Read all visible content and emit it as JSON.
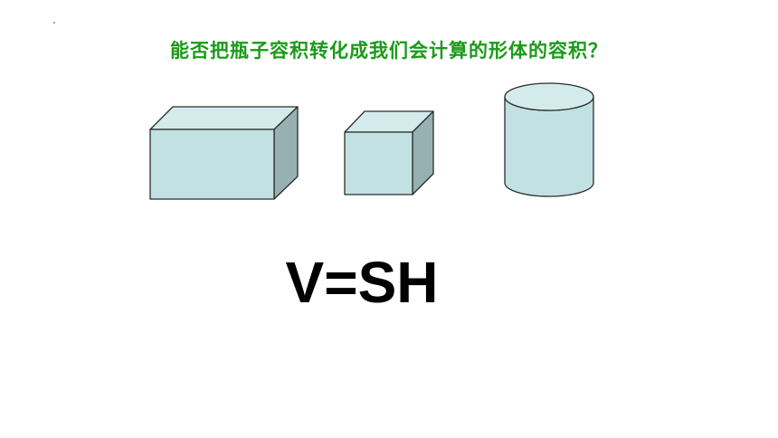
{
  "slide": {
    "question": "能否把瓶子容积转化成我们会计算的形体的容积？",
    "formula": "V=SH"
  },
  "colors": {
    "title_green": "#1a9a1a",
    "shape_front": "#c2e1e3",
    "shape_top": "#d4ebec",
    "shape_side": "#97b1b2",
    "outline": "#2b2b2b"
  },
  "shapes": [
    {
      "name": "cuboid",
      "icon": "rectangular-prism-icon"
    },
    {
      "name": "cube",
      "icon": "cube-icon"
    },
    {
      "name": "cylinder",
      "icon": "cylinder-icon"
    }
  ]
}
